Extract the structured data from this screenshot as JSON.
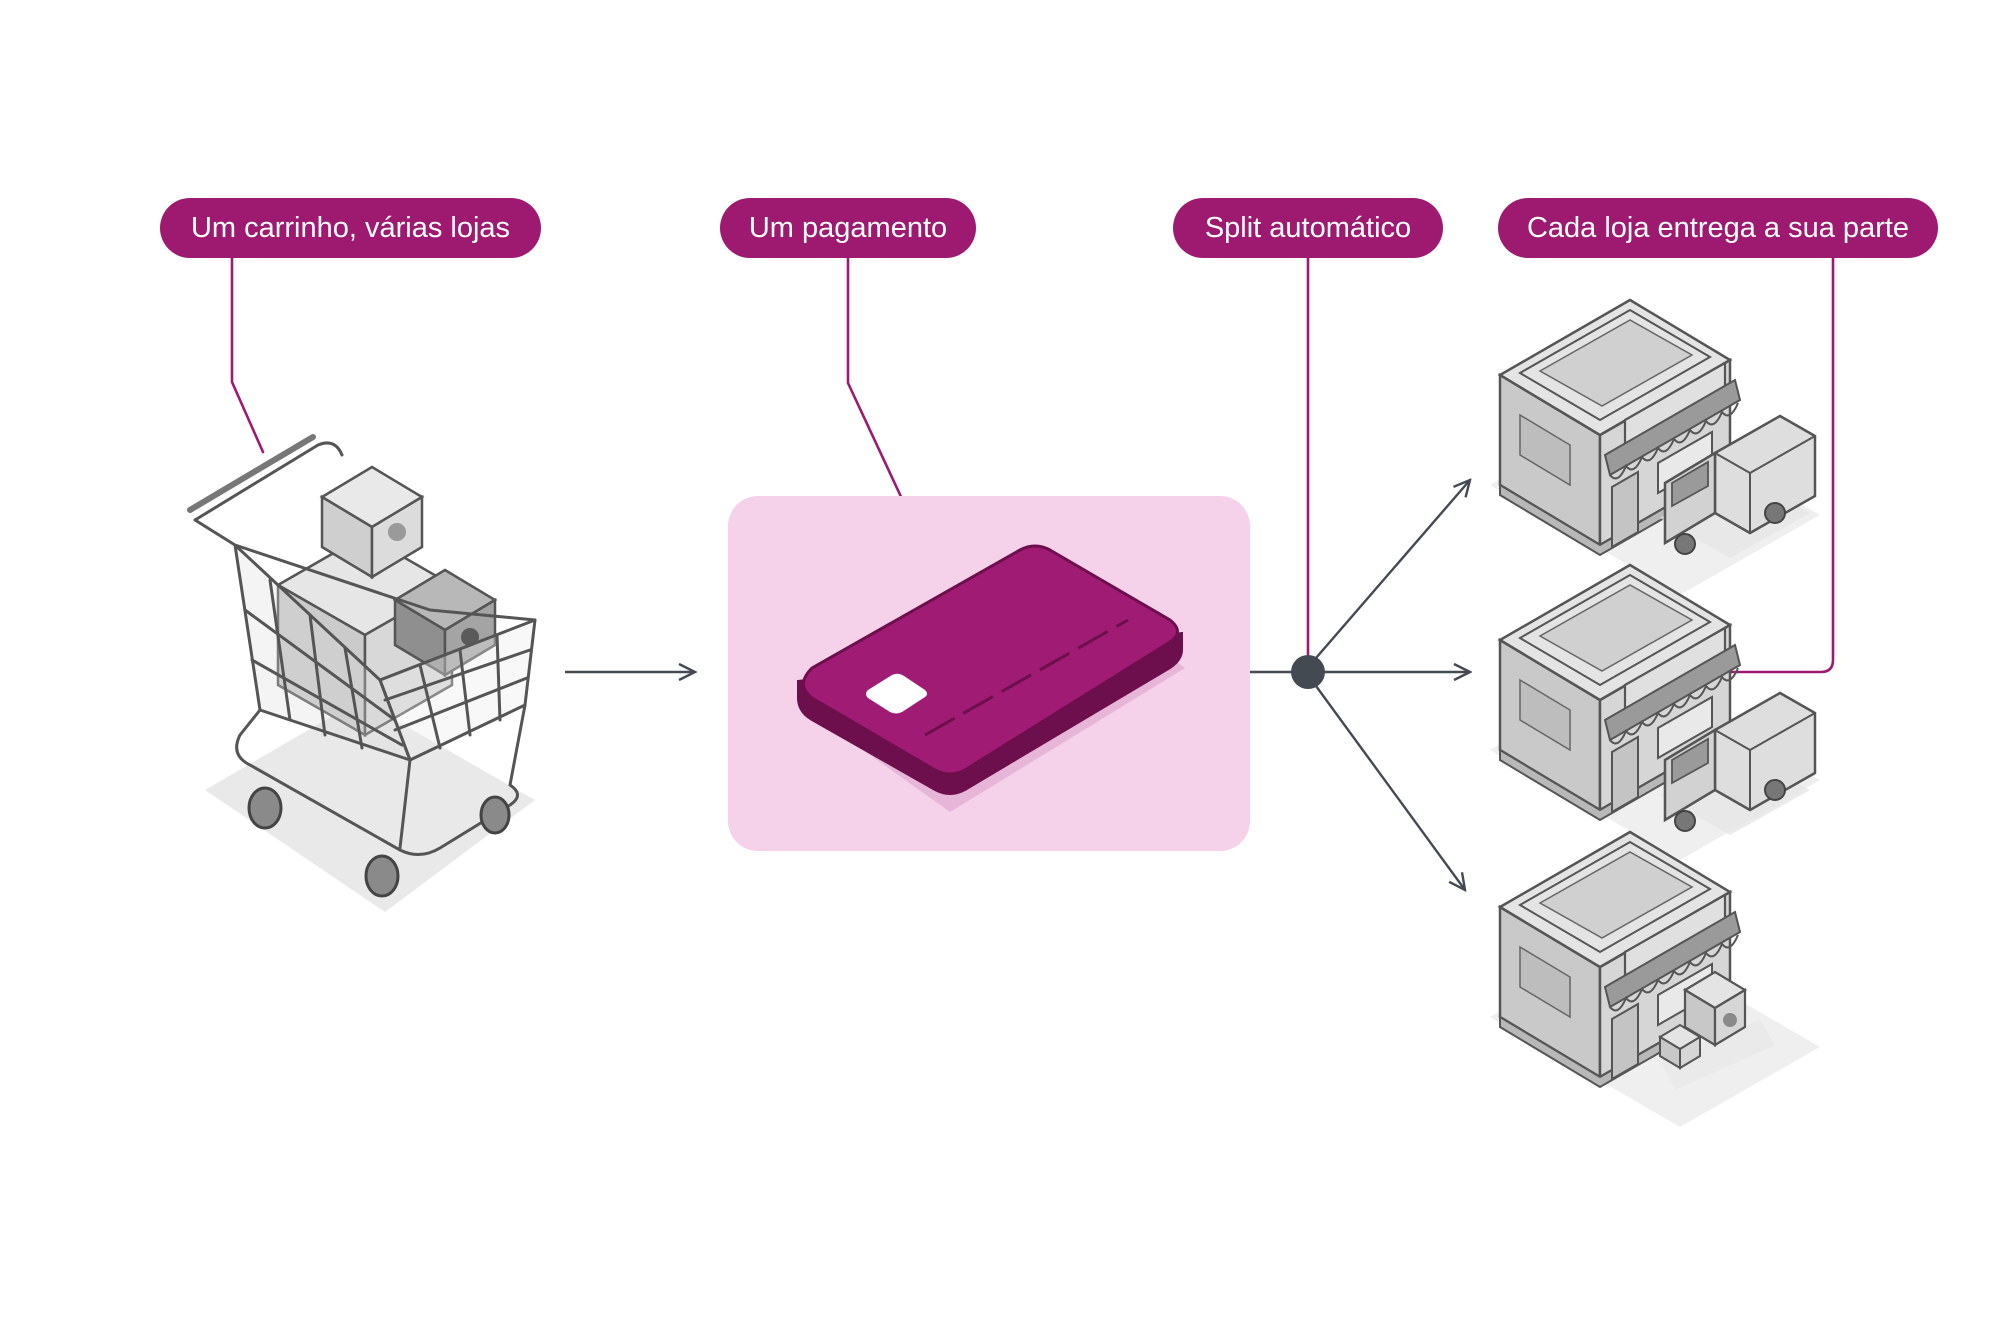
{
  "labels": {
    "cart": "Um carrinho, várias lojas",
    "payment": "Um pagamento",
    "split": "Split automático",
    "stores": "Cada loja entrega a sua parte"
  },
  "colors": {
    "accent": "#9e1a70",
    "highlight": "#f6d1ea",
    "connector": "#444a52",
    "grey": "#cfcfcf"
  },
  "icons": [
    "shopping-cart-icon",
    "credit-card-icon",
    "split-node-icon",
    "store-icon",
    "delivery-van-icon",
    "package-icon"
  ]
}
